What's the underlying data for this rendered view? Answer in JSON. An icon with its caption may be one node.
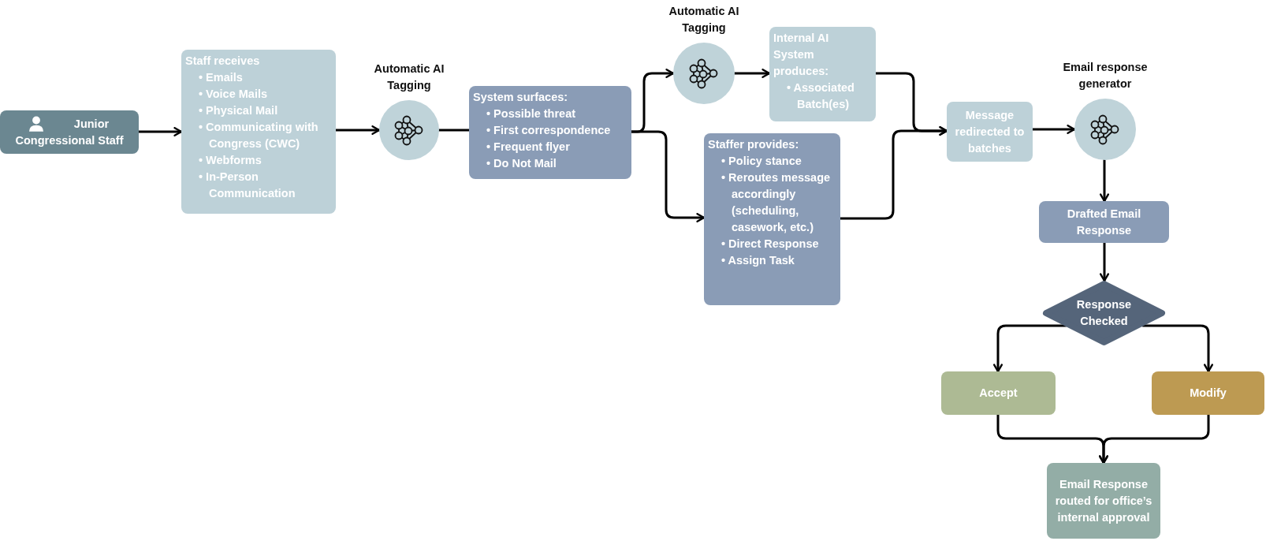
{
  "diagram": {
    "nodes": [
      {
        "text": [
          "Junior Congressional Staff"
        ]
      },
      {
        "text": [
          "Staff receives",
          "• Emails",
          "• Voice Mails",
          "• Physical Mail",
          "• Communicating with Congress (CWC)",
          "• Webforms",
          "• In-Person Communication"
        ]
      },
      {
        "text": [
          "Automatic AI Tagging"
        ]
      },
      {
        "text": [
          "System surfaces:",
          "• Possible threat",
          "• First correspondence",
          "• Frequent flyer",
          "• Do Not Mail"
        ]
      },
      {
        "text": [
          "Automatic AI Tagging"
        ]
      },
      {
        "text": [
          "Internal AI System produces:",
          "• Associated Batch(es)"
        ]
      },
      {
        "text": [
          "Staffer provides:",
          "• Policy stance",
          "• Reroutes message accordingly (scheduling, casework, etc.)",
          "• Direct Response",
          "• Assign Task"
        ]
      },
      {
        "text": [
          "Message redirected to batches"
        ]
      },
      {
        "text": [
          "Email response generator"
        ]
      },
      {
        "text": [
          "Drafted Email Response"
        ]
      },
      {
        "text": [
          "Response Checked"
        ]
      },
      {
        "text": [
          "Accept"
        ]
      },
      {
        "text": [
          "Modify"
        ]
      },
      {
        "text": [
          "Email Response routed for office’s internal approval"
        ]
      }
    ],
    "edges": [
      {
        "from": 0,
        "to": 1,
        "arrow": "to"
      },
      {
        "from": 1,
        "to": 2,
        "arrow": "to"
      },
      {
        "from": 2,
        "to": 3,
        "arrow": "none"
      },
      {
        "from": 3,
        "to": 4,
        "arrow": "to"
      },
      {
        "from": 3,
        "to": 6,
        "arrow": "to"
      },
      {
        "from": 4,
        "to": 5,
        "arrow": "to"
      },
      {
        "from": 5,
        "to": 7,
        "arrow": "to"
      },
      {
        "from": 6,
        "to": 7,
        "arrow": "to"
      },
      {
        "from": 7,
        "to": 8,
        "arrow": "to"
      },
      {
        "from": 8,
        "to": 9,
        "arrow": "to"
      },
      {
        "from": 9,
        "to": 10,
        "arrow": "to"
      },
      {
        "from": 10,
        "to": 11,
        "arrow": "to"
      },
      {
        "from": 10,
        "to": 12,
        "arrow": "to"
      },
      {
        "from": 11,
        "to": 13,
        "arrow": "to"
      },
      {
        "from": 12,
        "to": 13,
        "arrow": "to"
      }
    ]
  }
}
